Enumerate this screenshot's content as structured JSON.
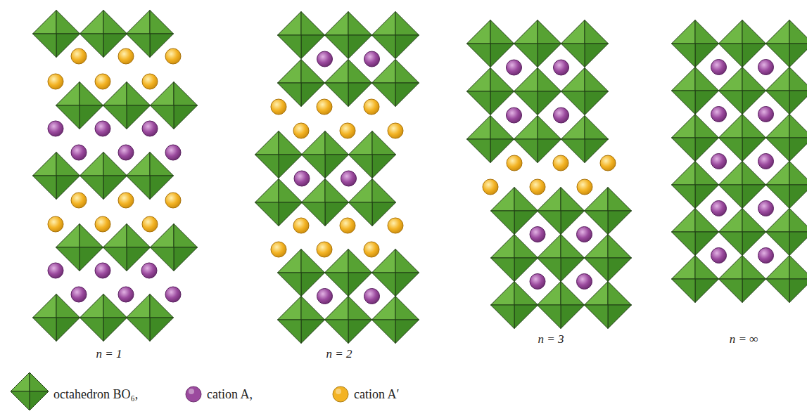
{
  "diagram": {
    "labels": [
      "n = 1",
      "n = 2",
      "n = 3",
      "n = ∞"
    ],
    "legend": [
      {
        "text": "octahedron BO₆,"
      },
      {
        "text": "cation A,",
        "color": "#9b4a9e"
      },
      {
        "text": "cation A′",
        "color": "#f3b324"
      }
    ]
  }
}
